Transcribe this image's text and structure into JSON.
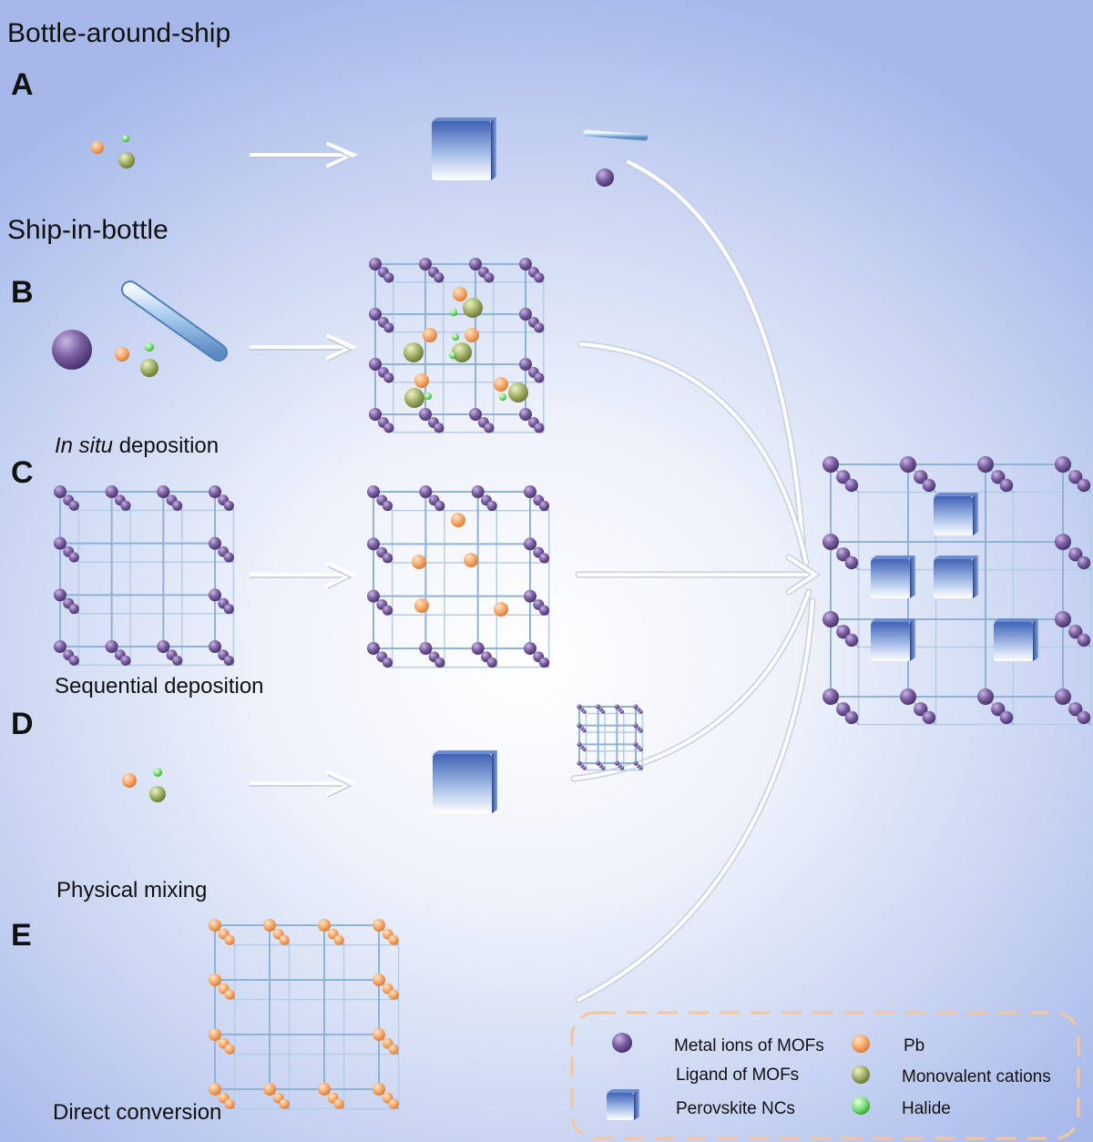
{
  "headings": {
    "bottle_around_ship": "Bottle-around-ship",
    "ship_in_bottle": "Ship-in-bottle"
  },
  "panels": {
    "A": "A",
    "B": "B",
    "C": "C",
    "D": "D",
    "E": "E"
  },
  "methods": {
    "in_situ_italic": "In situ",
    "in_situ_rest": " deposition",
    "sequential": "Sequential deposition",
    "physical": "Physical mixing",
    "direct": "Direct conversion"
  },
  "legend": {
    "metal_ions": "Metal ions of MOFs",
    "ligand": "Ligand of MOFs",
    "perovskite": "Perovskite NCs",
    "pb": "Pb",
    "monovalent": "Monovalent cations",
    "halide": "Halide"
  },
  "colors": {
    "metal_ion": "#7a5fa0",
    "pb": "#f5a868",
    "monovalent": "#9fae62",
    "halide": "#7ee07a",
    "ligand": "#9ec4ea",
    "perovskite": "#3f63b5",
    "legend_border": "#f4c59e"
  }
}
